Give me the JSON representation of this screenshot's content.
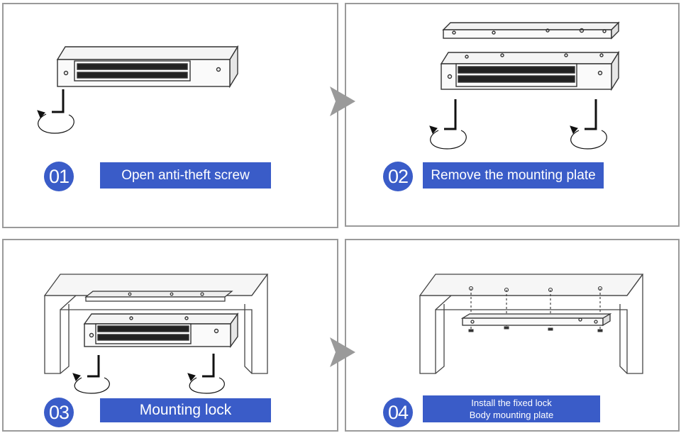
{
  "steps": [
    {
      "number": "01",
      "caption": "Open anti-theft screw"
    },
    {
      "number": "02",
      "caption": "Remove the mounting plate"
    },
    {
      "number": "03",
      "caption": "Mounting lock"
    },
    {
      "number": "04",
      "caption_lines": [
        "Install the fixed lock",
        "Body mounting plate"
      ]
    }
  ],
  "colors": {
    "accent": "#3a5cc8",
    "panel_border": "#9a9a9a",
    "arrow": "#9a9a9a"
  },
  "icons": [
    "magnetic-lock-icon",
    "mounting-plate-icon",
    "allen-key-rotate-icon",
    "door-frame-icon",
    "step-arrow-icon"
  ]
}
